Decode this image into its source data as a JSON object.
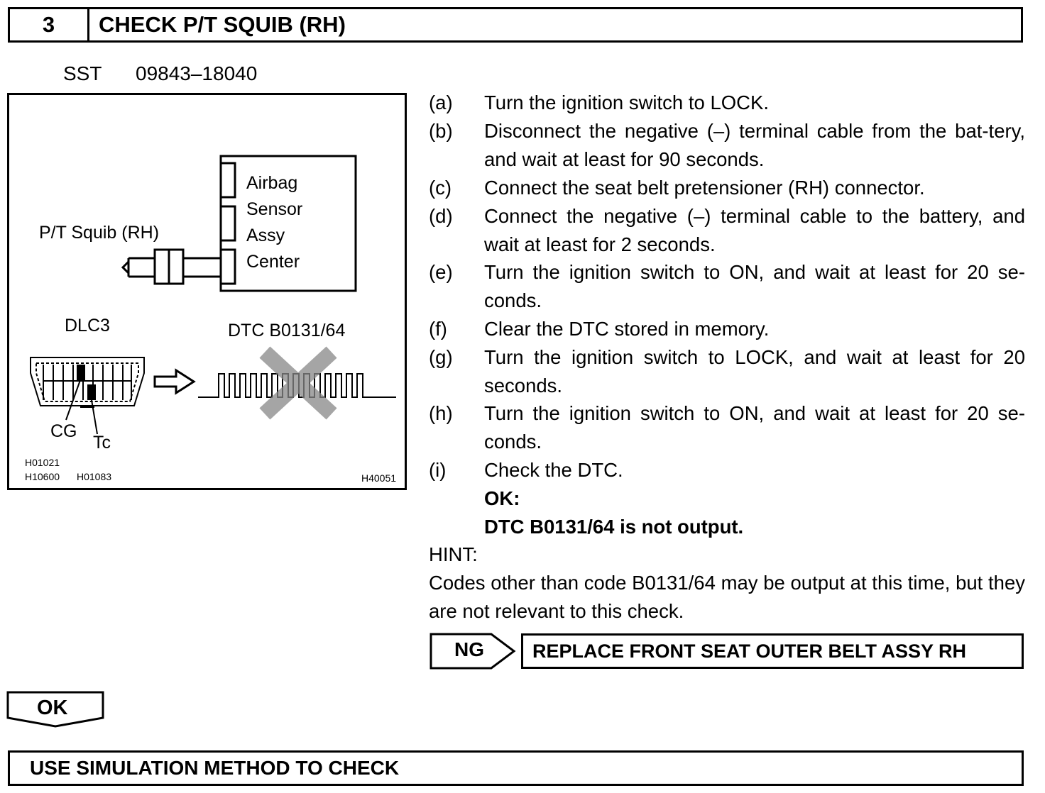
{
  "header": {
    "step_number": "3",
    "title": "CHECK P/T SQUIB (RH)"
  },
  "sst": {
    "label": "SST",
    "value": "09843–18040"
  },
  "figure": {
    "airbag_lines": [
      "Airbag",
      "Sensor",
      "Assy",
      "Center"
    ],
    "squib_label": "P/T Squib (RH)",
    "dlc_label": "DLC3",
    "dtc_label": "DTC B0131/64",
    "cg_label": "CG",
    "tc_label": "Tc",
    "ref_codes_left_top": "H01021",
    "ref_codes_left_bottom_a": "H10600",
    "ref_codes_left_bottom_b": "H01083",
    "ref_code_right": "H40051"
  },
  "steps": [
    {
      "label": "(a)",
      "text": "Turn the ignition switch to LOCK."
    },
    {
      "label": "(b)",
      "text": "Disconnect the negative (–) terminal cable from the bat-tery, and wait at least for 90 seconds."
    },
    {
      "label": "(c)",
      "text": "Connect the seat belt pretensioner (RH) connector."
    },
    {
      "label": "(d)",
      "text": "Connect the negative (–) terminal cable to the battery, and wait at least for 2 seconds."
    },
    {
      "label": "(e)",
      "text": "Turn the ignition switch to ON, and wait at least for 20 se-conds."
    },
    {
      "label": "(f)",
      "text": "Clear the DTC stored in memory."
    },
    {
      "label": "(g)",
      "text": "Turn the ignition switch to LOCK, and wait at least for 20 seconds."
    },
    {
      "label": "(h)",
      "text": "Turn the ignition switch to ON, and wait at least for 20 se-conds."
    },
    {
      "label": "(i)",
      "text": "Check the DTC."
    }
  ],
  "ok_result": {
    "label": "OK:",
    "text": "DTC B0131/64 is not output."
  },
  "hint": {
    "label": "HINT:",
    "text": "Codes other than code B0131/64 may be output at this time, but they are not relevant to this check."
  },
  "ng": {
    "label": "NG",
    "action": "REPLACE FRONT SEAT OUTER BELT ASSY RH"
  },
  "ok_branch": {
    "label": "OK"
  },
  "next_step": {
    "title": "USE SIMULATION METHOD TO CHECK"
  }
}
